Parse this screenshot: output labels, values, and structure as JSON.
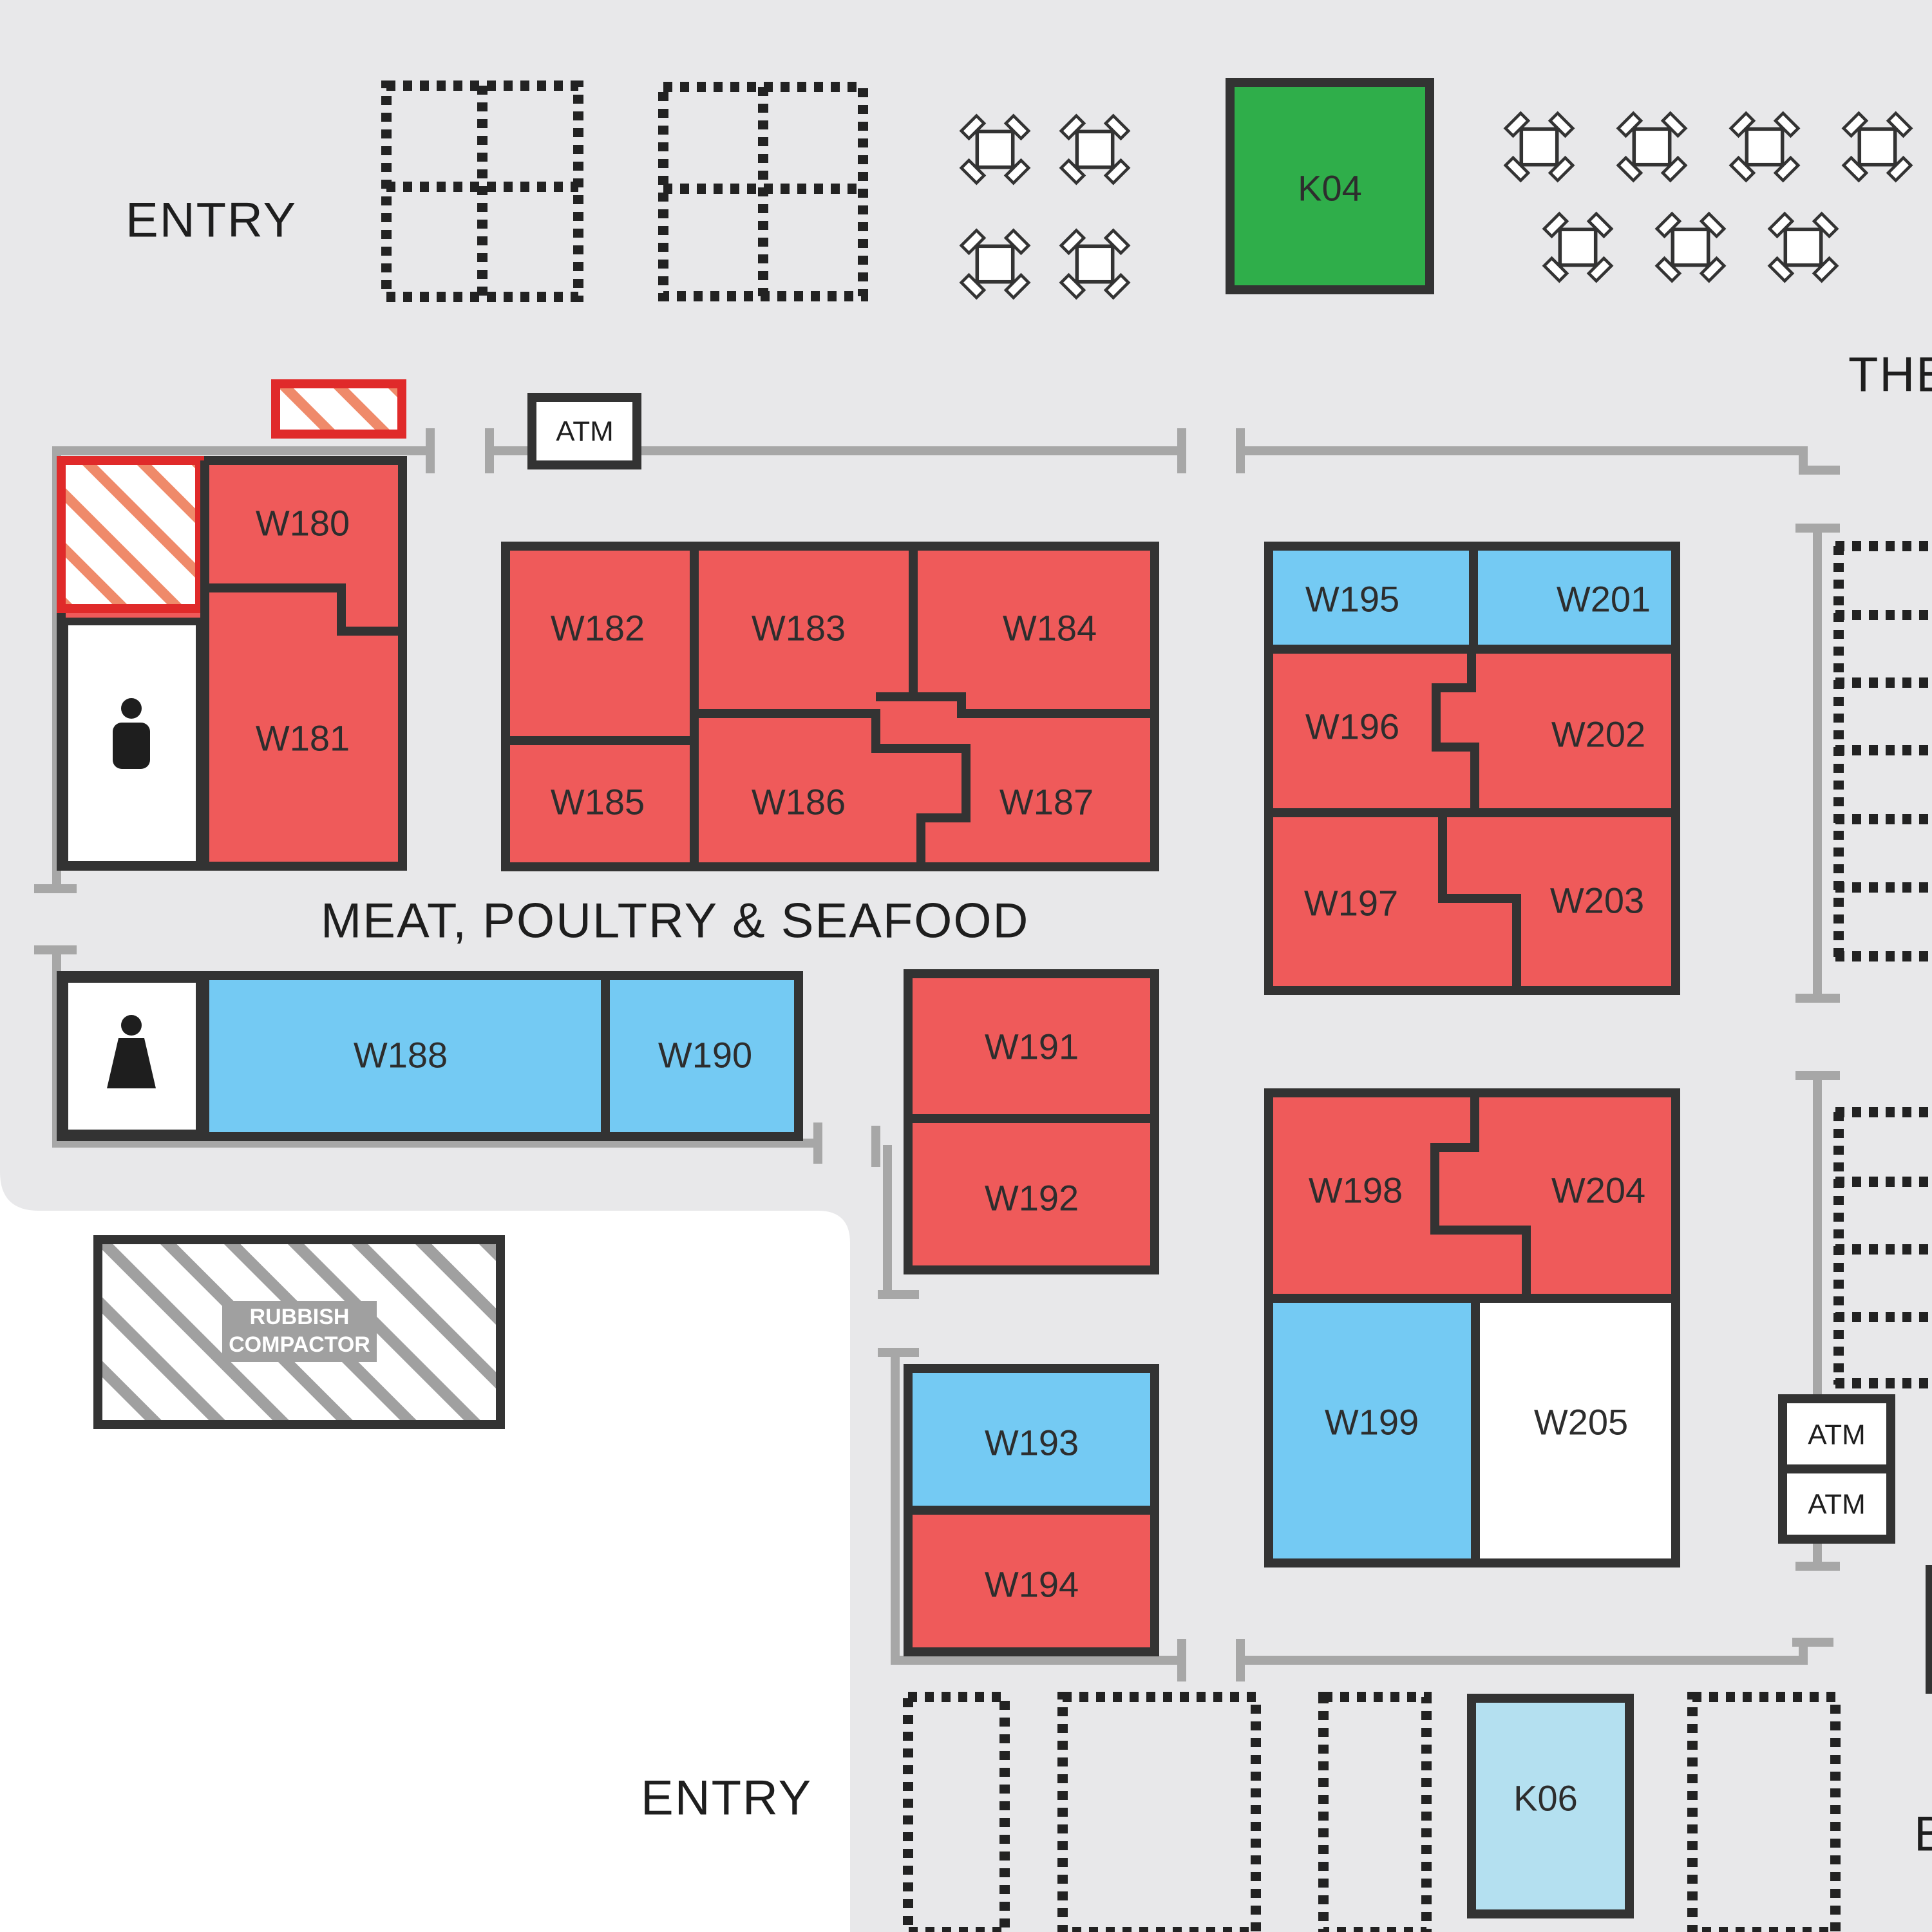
{
  "colors": {
    "occupied_red": "#ef5a5a",
    "available_blue": "#74caf3",
    "light_blue": "#b4e0f0",
    "kiosk_green": "#2fae4a",
    "outline": "#333333",
    "corridor_grey": "#e8e8ea",
    "barrier_grey": "#a7a7a7",
    "highlight_red": "#e02a2a"
  },
  "labels": {
    "entry_top": "ENTRY",
    "entry_bottom": "ENTRY",
    "section_meat": "MEAT, POULTRY & SEAFOOD",
    "edge_right_top": "THE",
    "edge_right_bottom": "B",
    "atm_top": "ATM",
    "atm_right_1": "ATM",
    "atm_right_2": "ATM",
    "rubbish_line1": "RUBBISH",
    "rubbish_line2": "COMPACTOR"
  },
  "icons": {
    "male_toilet": "male-person-icon",
    "female_toilet": "female-person-icon"
  },
  "stalls": {
    "W180": "W180",
    "W181": "W181",
    "W182": "W182",
    "W183": "W183",
    "W184": "W184",
    "W185": "W185",
    "W186": "W186",
    "W187": "W187",
    "W188": "W188",
    "W190": "W190",
    "W191": "W191",
    "W192": "W192",
    "W193": "W193",
    "W194": "W194",
    "W195": "W195",
    "W196": "W196",
    "W197": "W197",
    "W198": "W198",
    "W199": "W199",
    "W201": "W201",
    "W202": "W202",
    "W203": "W203",
    "W204": "W204",
    "W205": "W205",
    "K04": "K04",
    "K06": "K06"
  }
}
